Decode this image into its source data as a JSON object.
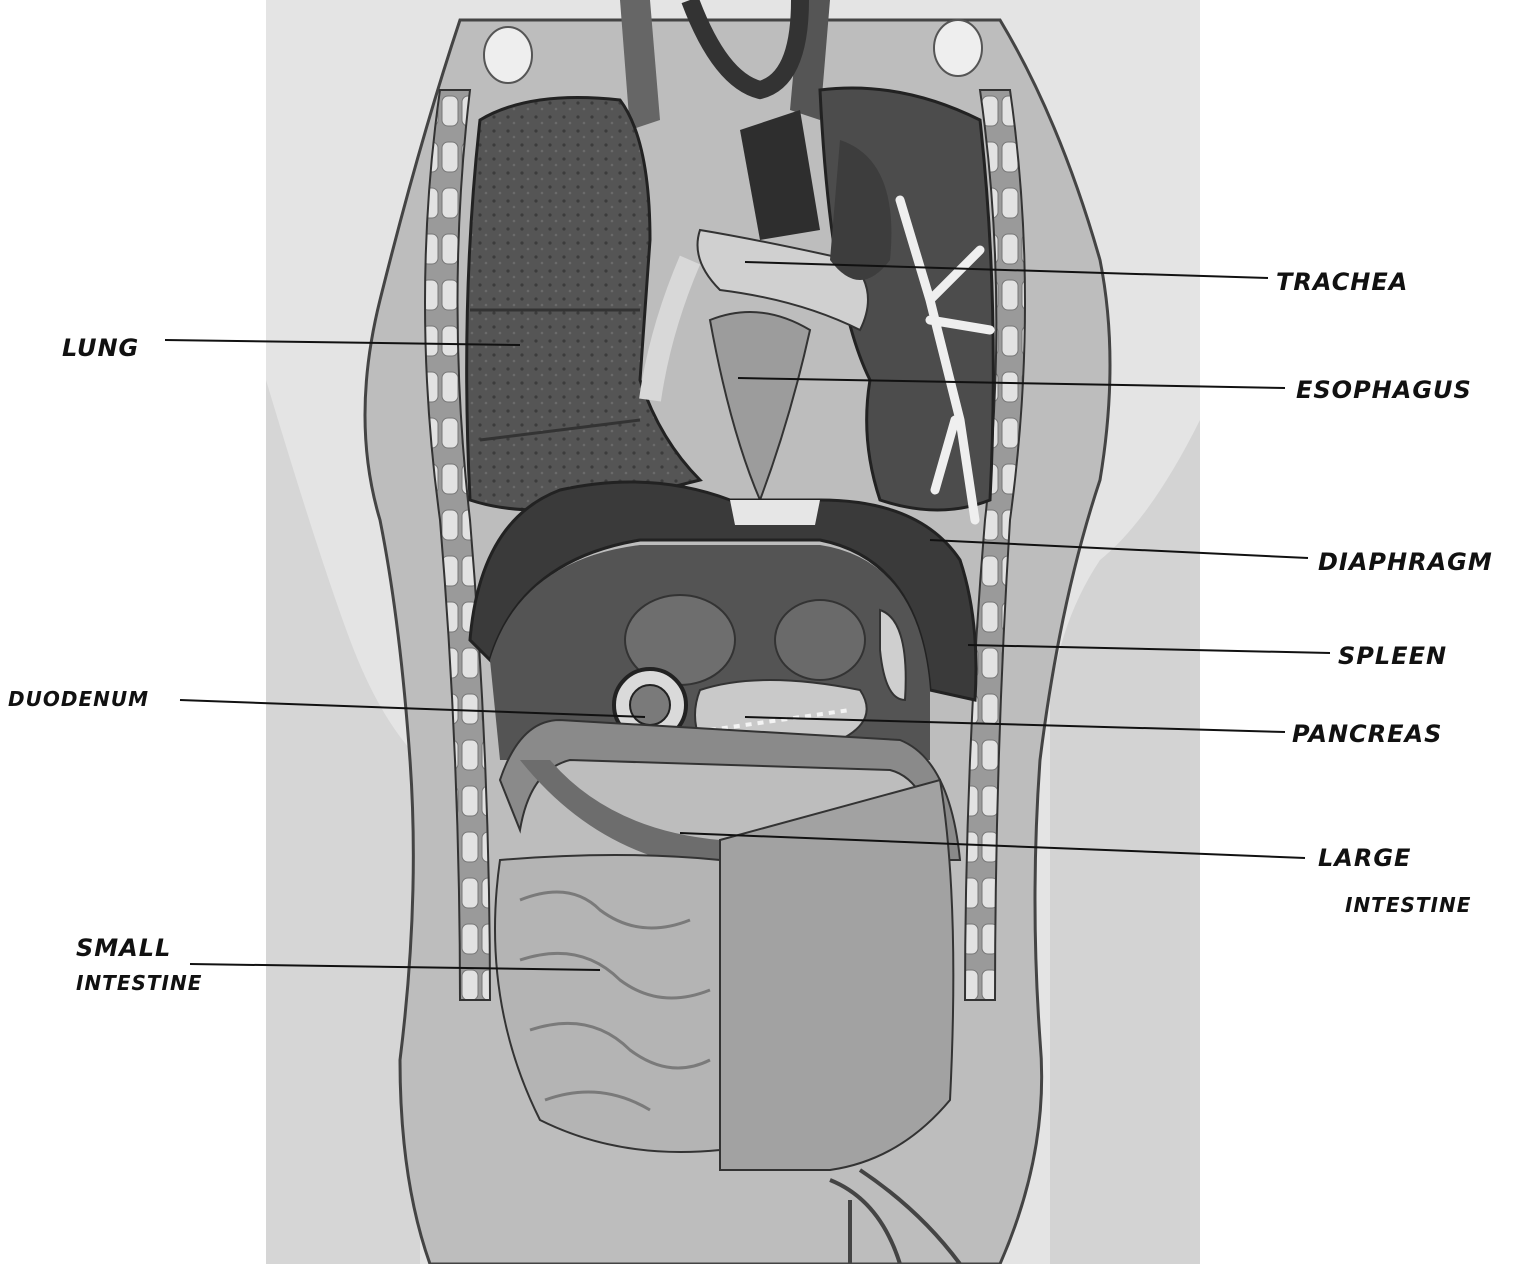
{
  "labels": {
    "trachea": "TRACHEA",
    "lung": "LUNG",
    "esophagus": "ESOPHAGUS",
    "diaphragm": "DIAPHRAGM",
    "spleen": "SPLEEN",
    "duodenum": "DUODENUM",
    "pancreas": "PANCREAS",
    "large_intestine_1": "LARGE",
    "large_intestine_2": "INTESTINE",
    "small_intestine_1": "SMALL",
    "small_intestine_2": "INTESTINE"
  },
  "colors": {
    "background": "#ffffff",
    "tissue_dark": "#3a3a3a",
    "tissue_mid": "#7d7d7d",
    "tissue_light": "#b9b9b9",
    "skin": "#d9d9d9",
    "ink": "#111111"
  }
}
